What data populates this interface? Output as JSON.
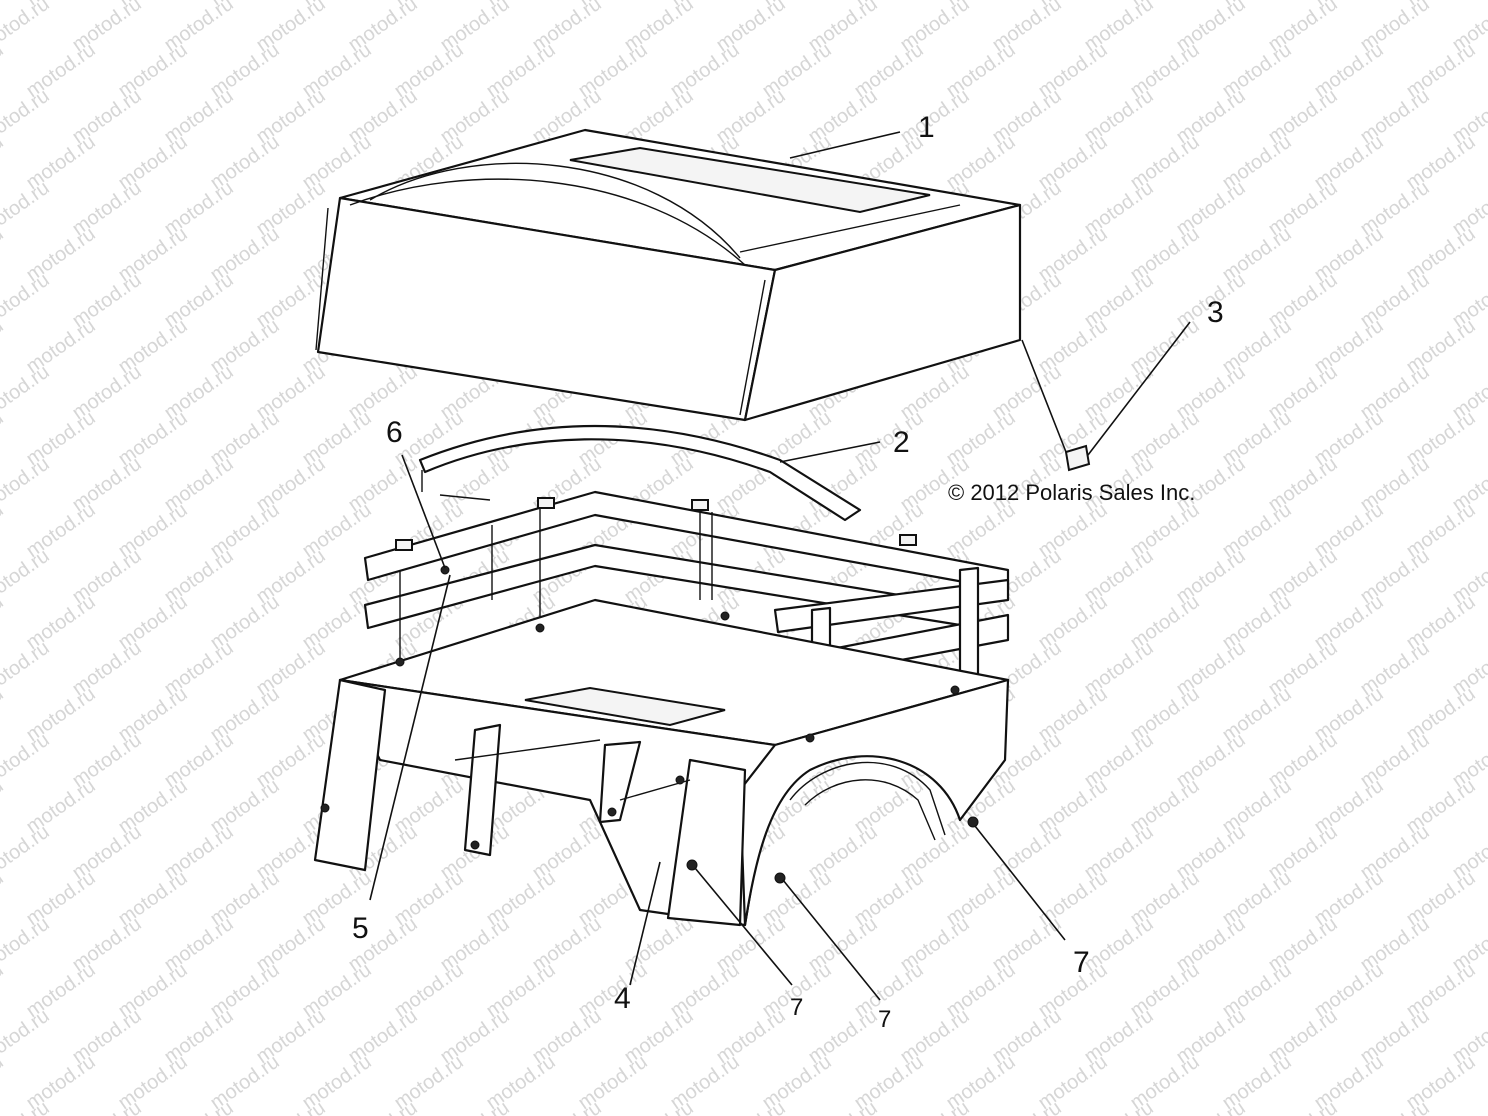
{
  "watermark": "motod.ru",
  "copyright": "© 2012 Polaris Sales Inc.",
  "callouts": {
    "c1": "1",
    "c2": "2",
    "c3": "3",
    "c4": "4",
    "c5": "5",
    "c6": "6",
    "c7a": "7",
    "c7b": "7",
    "c7c": "7"
  },
  "colors": {
    "line": "#111111",
    "watermark": "#d6d6d6",
    "background": "#ffffff"
  }
}
